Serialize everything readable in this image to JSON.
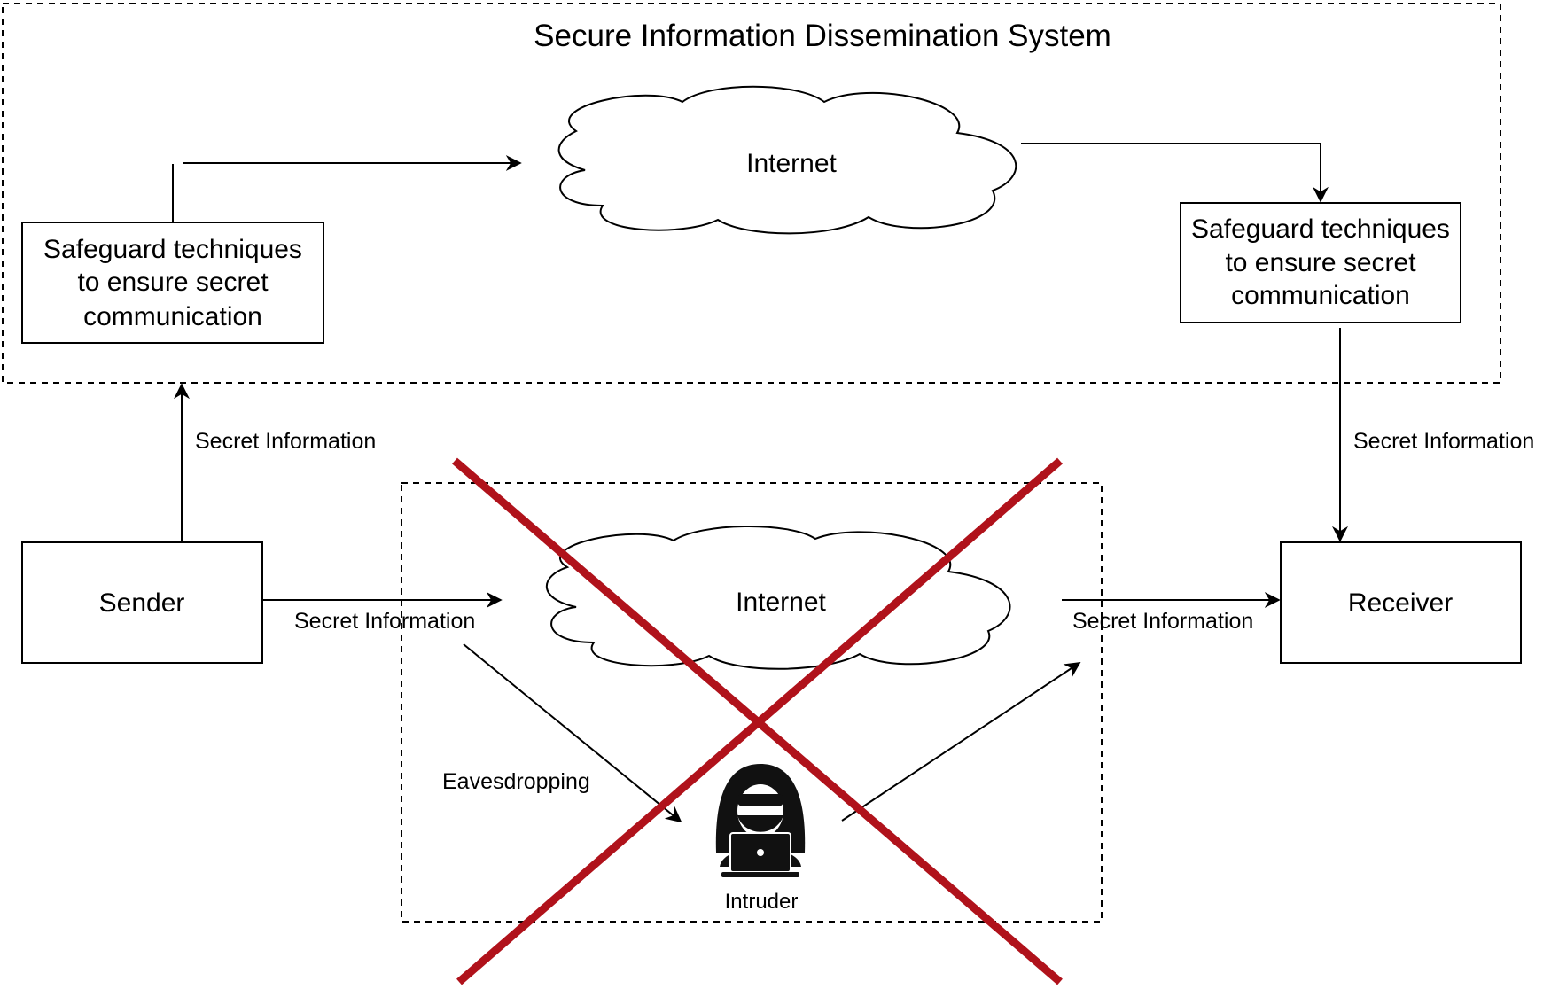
{
  "title": "Secure Information Dissemination System",
  "top": {
    "cloud_label": "Internet",
    "left_box": [
      "Safeguard techniques",
      "to ensure secret",
      "communication"
    ],
    "right_box": [
      "Safeguard techniques",
      "to ensure secret",
      "communication"
    ]
  },
  "labels": {
    "sender_up": "Secret Information",
    "receiver_down": "Secret Information",
    "sender_right": "Secret Information",
    "receiver_left": "Secret Information",
    "eavesdropping": "Eavesdropping"
  },
  "sender": "Sender",
  "receiver": "Receiver",
  "bottom": {
    "cloud_label": "Internet",
    "intruder": "Intruder"
  },
  "colors": {
    "cross": "#b0121b",
    "stroke": "#000000"
  }
}
